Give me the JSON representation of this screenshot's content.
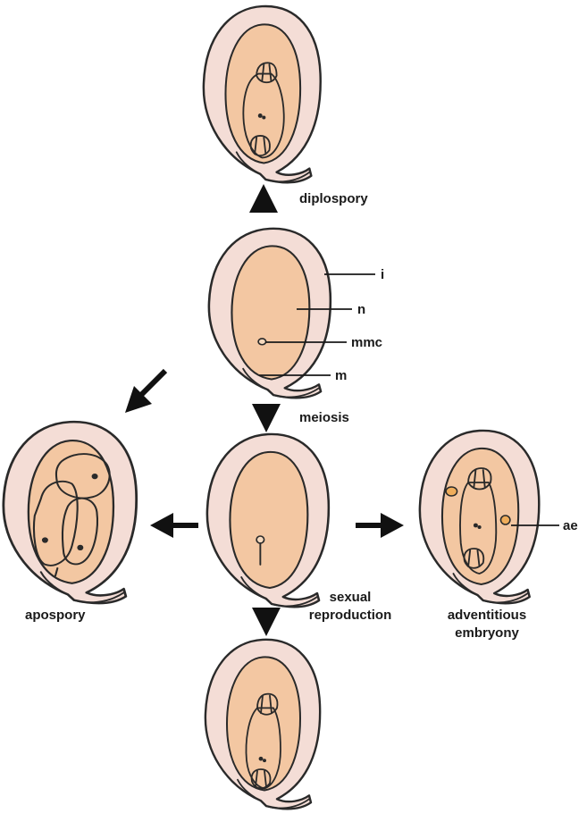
{
  "labels": {
    "diplospory": "diplospory",
    "meiosis": "meiosis",
    "sexual_line1": "sexual",
    "sexual_line2": "reproduction",
    "apospory": "apospory",
    "adventitious_line1": "adventitious",
    "adventitious_line2": "embryony",
    "integument": "i",
    "nucellus": "n",
    "megaspore_mother_cell": "mmc",
    "micropyle": "m",
    "adventitious_embryo": "ae"
  },
  "colors": {
    "integument_fill": "#f4ddd6",
    "nucellus_fill": "#f3c7a2",
    "embryo_sac_fill": "#b9d6ec",
    "unreduced_sac_fill": "#f1efea",
    "cell_fill": "#e6eef3",
    "ae_fill": "#efad5b",
    "outline": "#2a2a2a"
  }
}
